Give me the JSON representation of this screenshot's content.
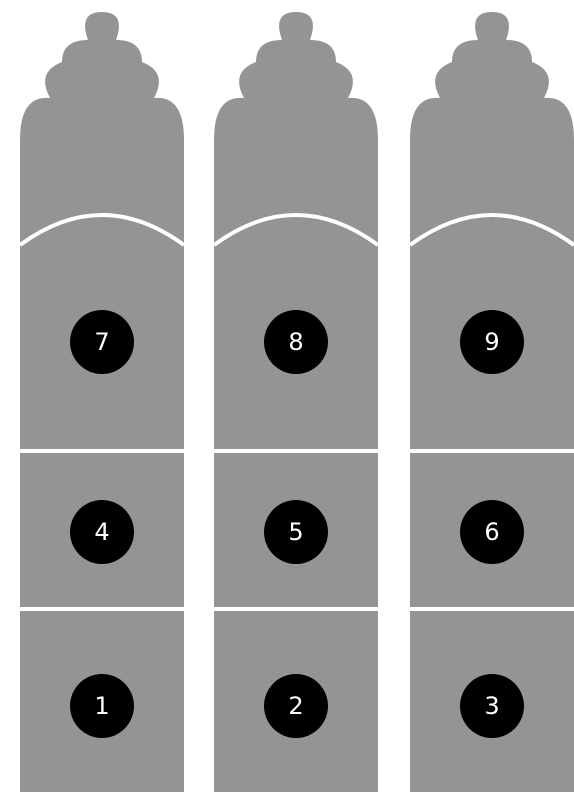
{
  "colors": {
    "background": "#ffffff",
    "panel": "#949494",
    "divider": "#ffffff",
    "badge": "#000000",
    "badge_text": "#ffffff"
  },
  "columns": [
    {
      "top_segment": "7",
      "middle_segment": "4",
      "bottom_segment": "1"
    },
    {
      "top_segment": "8",
      "middle_segment": "5",
      "bottom_segment": "2"
    },
    {
      "top_segment": "9",
      "middle_segment": "6",
      "bottom_segment": "3"
    }
  ]
}
